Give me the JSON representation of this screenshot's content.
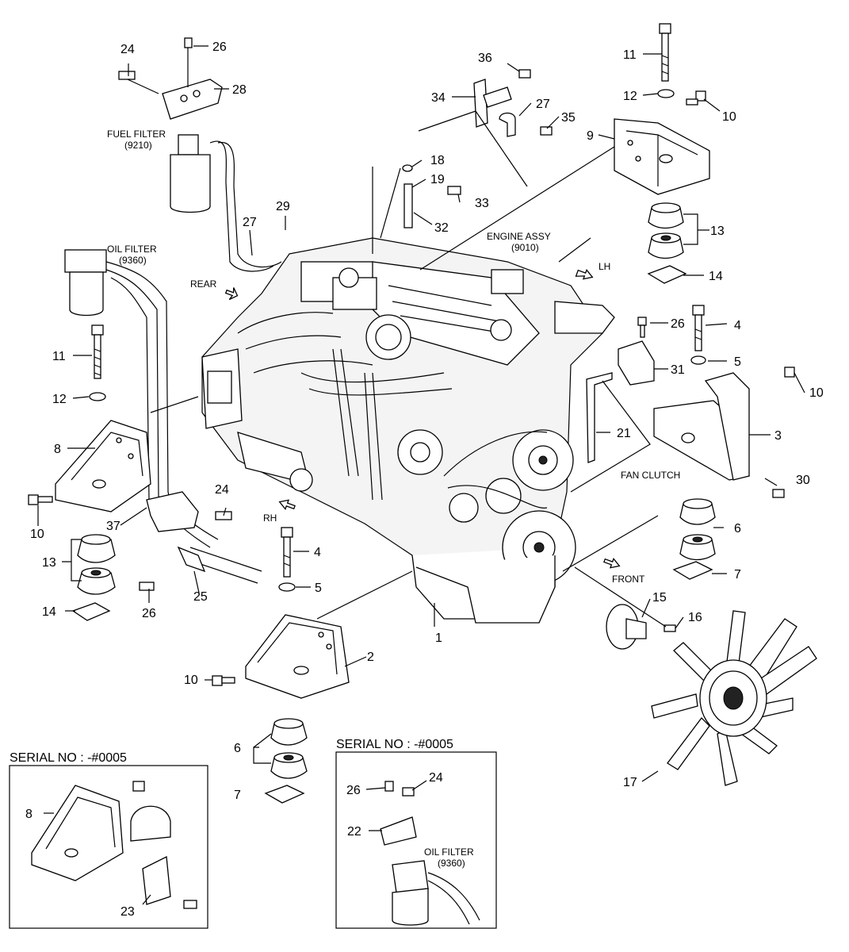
{
  "part_numbers": [
    {
      "id": "p1",
      "text": "1"
    },
    {
      "id": "p2",
      "text": "2"
    },
    {
      "id": "p3",
      "text": "3"
    },
    {
      "id": "p4a",
      "text": "4"
    },
    {
      "id": "p4b",
      "text": "4"
    },
    {
      "id": "p5a",
      "text": "5"
    },
    {
      "id": "p5b",
      "text": "5"
    },
    {
      "id": "p6a",
      "text": "6"
    },
    {
      "id": "p6b",
      "text": "6"
    },
    {
      "id": "p7a",
      "text": "7"
    },
    {
      "id": "p7b",
      "text": "7"
    },
    {
      "id": "p8a",
      "text": "8"
    },
    {
      "id": "p8b",
      "text": "8"
    },
    {
      "id": "p9",
      "text": "9"
    },
    {
      "id": "p10a",
      "text": "10"
    },
    {
      "id": "p10b",
      "text": "10"
    },
    {
      "id": "p10c",
      "text": "10"
    },
    {
      "id": "p10d",
      "text": "10"
    },
    {
      "id": "p11a",
      "text": "11"
    },
    {
      "id": "p11b",
      "text": "11"
    },
    {
      "id": "p12a",
      "text": "12"
    },
    {
      "id": "p12b",
      "text": "12"
    },
    {
      "id": "p13a",
      "text": "13"
    },
    {
      "id": "p13b",
      "text": "13"
    },
    {
      "id": "p14a",
      "text": "14"
    },
    {
      "id": "p14b",
      "text": "14"
    },
    {
      "id": "p15",
      "text": "15"
    },
    {
      "id": "p16",
      "text": "16"
    },
    {
      "id": "p17",
      "text": "17"
    },
    {
      "id": "p18",
      "text": "18"
    },
    {
      "id": "p19",
      "text": "19"
    },
    {
      "id": "p21",
      "text": "21"
    },
    {
      "id": "p22",
      "text": "22"
    },
    {
      "id": "p23",
      "text": "23"
    },
    {
      "id": "p24a",
      "text": "24"
    },
    {
      "id": "p24b",
      "text": "24"
    },
    {
      "id": "p24c",
      "text": "24"
    },
    {
      "id": "p25",
      "text": "25"
    },
    {
      "id": "p26a",
      "text": "26"
    },
    {
      "id": "p26b",
      "text": "26"
    },
    {
      "id": "p26c",
      "text": "26"
    },
    {
      "id": "p26d",
      "text": "26"
    },
    {
      "id": "p27a",
      "text": "27"
    },
    {
      "id": "p27b",
      "text": "27"
    },
    {
      "id": "p28",
      "text": "28"
    },
    {
      "id": "p29",
      "text": "29"
    },
    {
      "id": "p30",
      "text": "30"
    },
    {
      "id": "p31",
      "text": "31"
    },
    {
      "id": "p32",
      "text": "32"
    },
    {
      "id": "p33",
      "text": "33"
    },
    {
      "id": "p34",
      "text": "34"
    },
    {
      "id": "p35",
      "text": "35"
    },
    {
      "id": "p36",
      "text": "36"
    },
    {
      "id": "p37",
      "text": "37"
    }
  ],
  "labels": {
    "fuel_filter": "FUEL FILTER",
    "fuel_filter_code": "(9210)",
    "oil_filter": "OIL FILTER",
    "oil_filter_code": "(9360)",
    "oil_filter_inset": "OIL FILTER",
    "oil_filter_inset_code": "(9360)",
    "engine_assy": "ENGINE ASSY",
    "engine_assy_code": "(9010)",
    "rear": "REAR",
    "lh": "LH",
    "rh": "RH",
    "front": "FRONT",
    "fan_clutch": "FAN CLUTCH"
  },
  "insets": {
    "left_title": "SERIAL NO : -#0005",
    "right_title": "SERIAL NO : -#0005"
  }
}
